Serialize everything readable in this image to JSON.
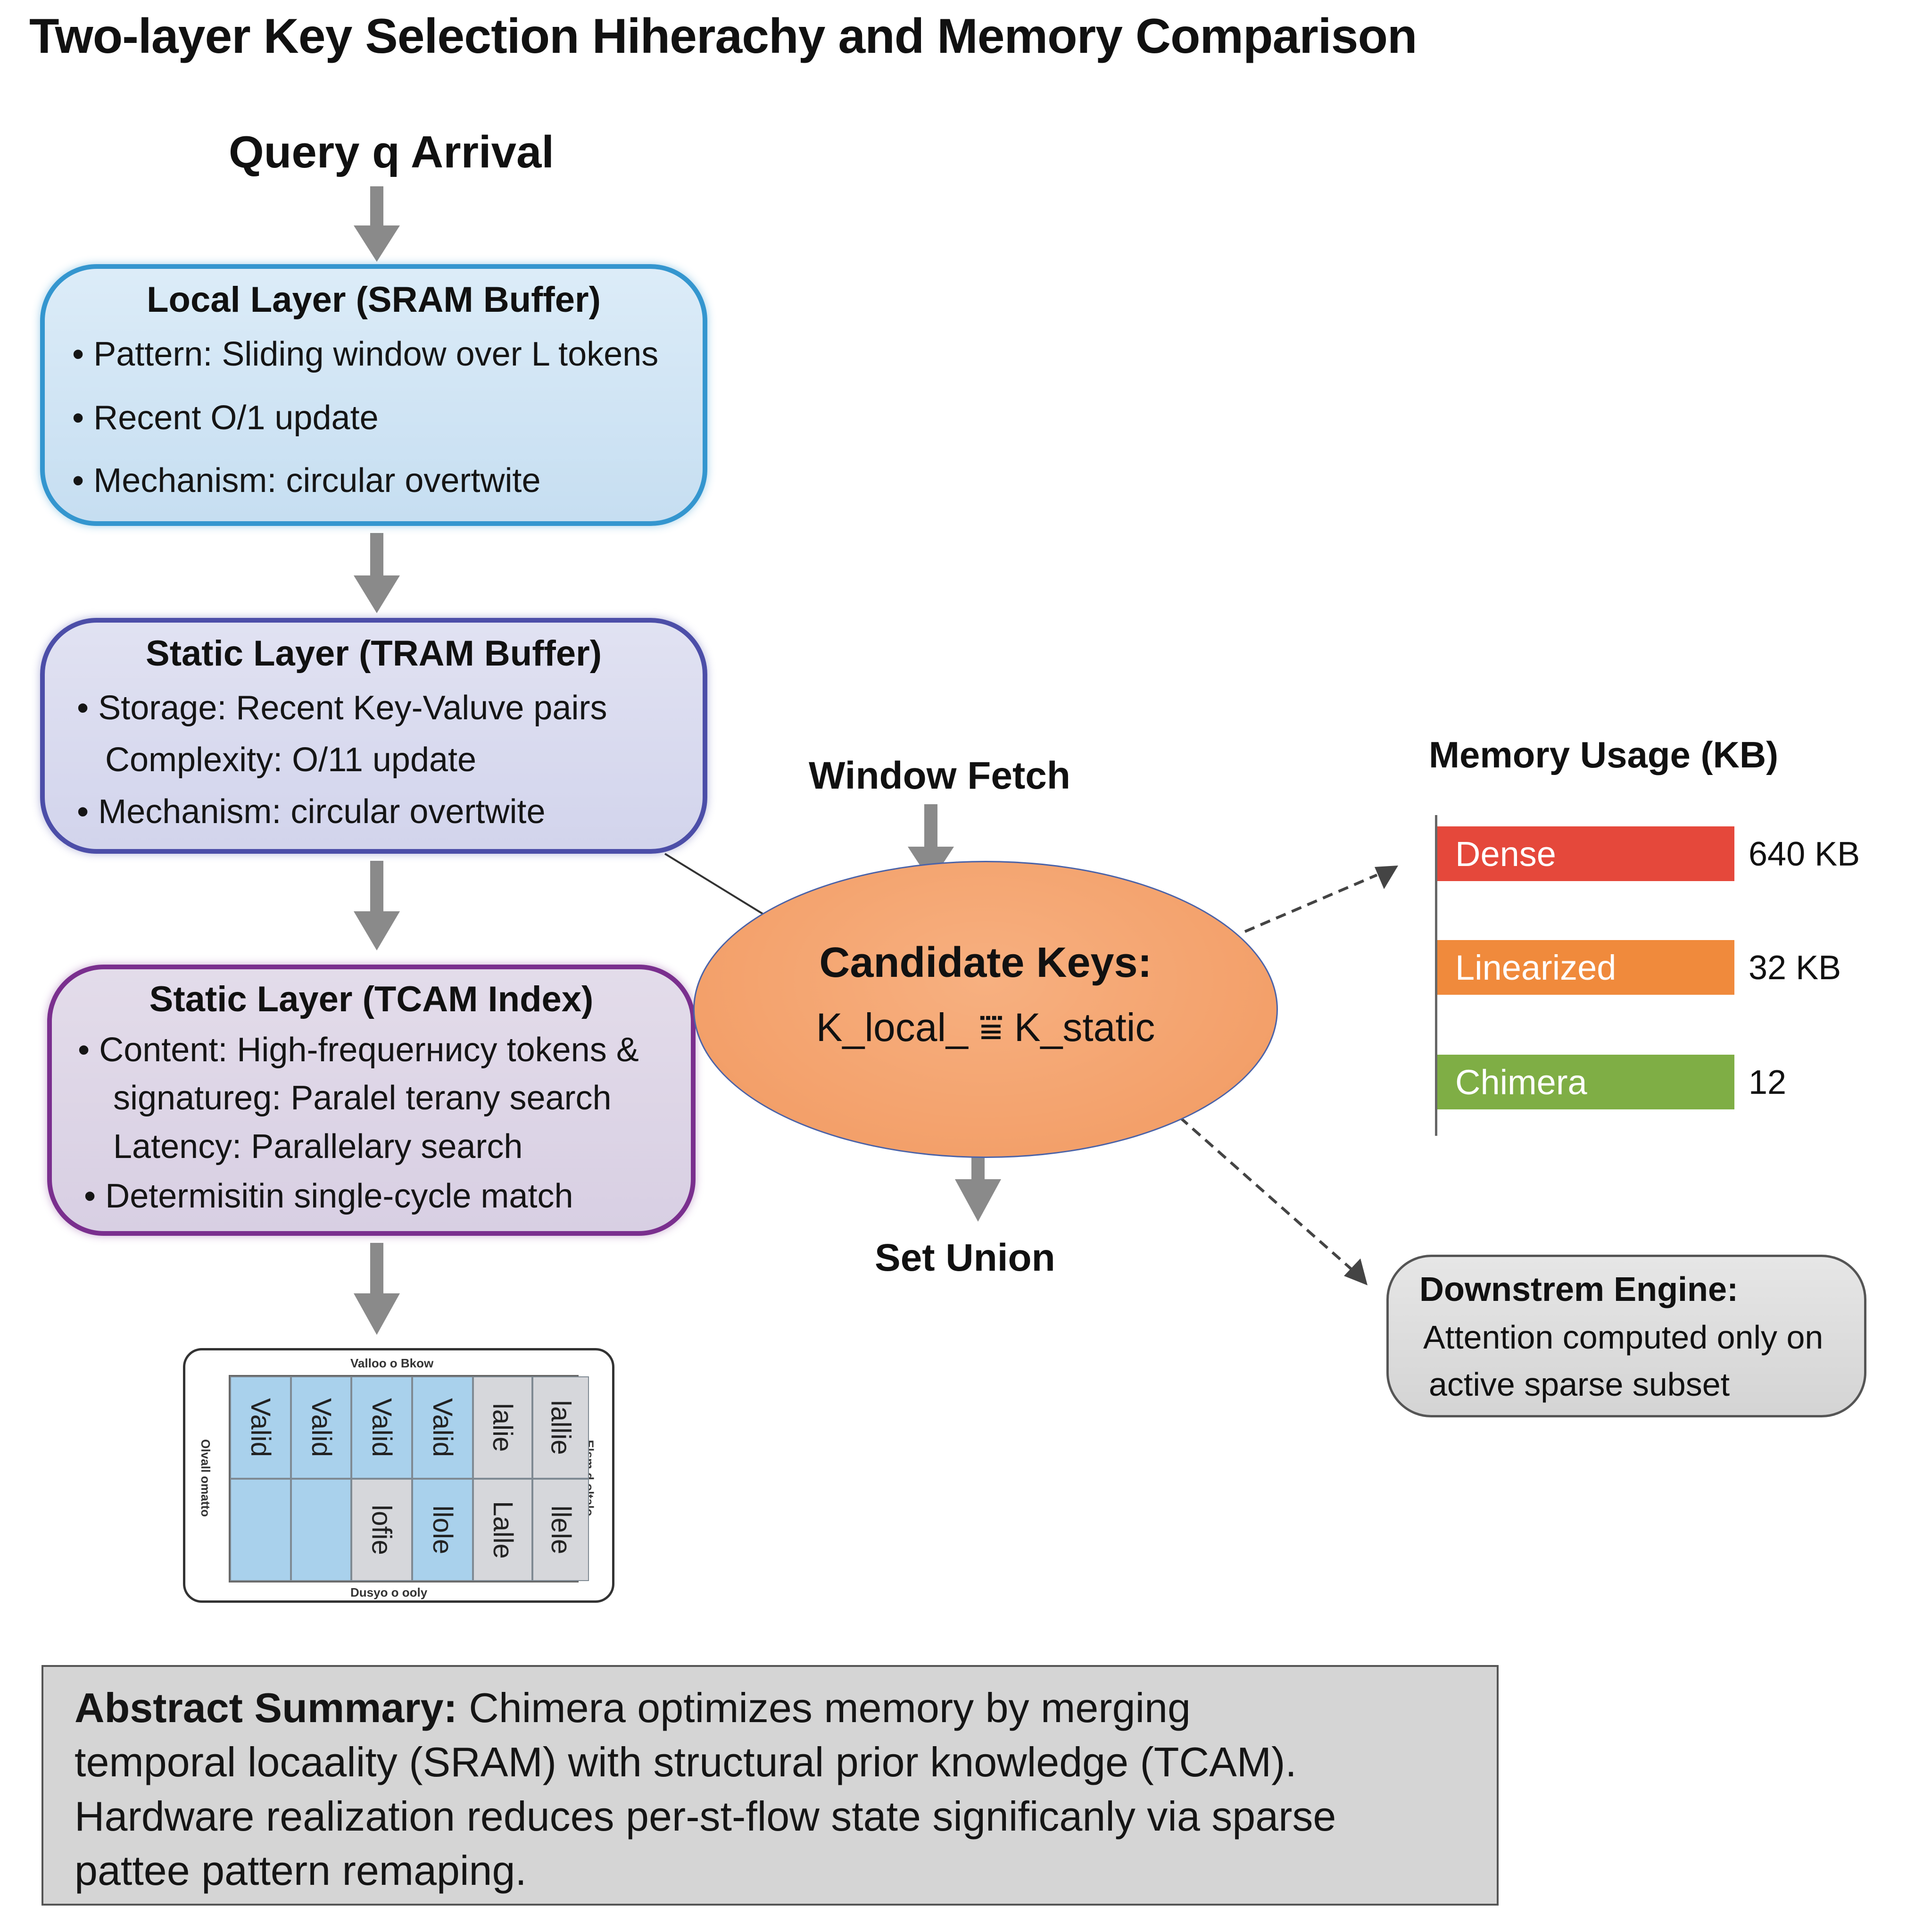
{
  "title": "Two-layer Key Selection Hiherachy and Memory Comparison",
  "flow": {
    "query_label": "Query q Arrival",
    "window_fetch_label": "Window Fetch",
    "set_union_label": "Set Union"
  },
  "local_layer": {
    "title": "Local Layer (SRAM Buffer)",
    "lines": [
      "• Pattern: Sliding window over L tokens",
      "• Recent O/1 update",
      "• Mechanism: circular overtwite"
    ]
  },
  "static_layer": {
    "title": "Static Layer (TRAM Buffer)",
    "lines": [
      "• Storage: Recent Key-Valuve pairs",
      "Complexity: O/11 update",
      "• Mechanism: circular overtwite"
    ]
  },
  "tcam_layer": {
    "title": "Static Layer (TCAM Index)",
    "lines": [
      "• Content: High-frequerниcy tokens   &",
      "signatureg: Paralel terany search",
      "Latency: Parallelary search",
      "• Determisitin single-cycle match"
    ]
  },
  "table": {
    "top_label": "Valloo o Bkow",
    "bottom_label": "Dusyo o ooly",
    "left_label": "Olvall omatto",
    "right_label": "Elsm d oltalo",
    "row1": [
      "Valid",
      "Valid",
      "Valid",
      "Valid",
      "lalie",
      "lallie"
    ],
    "row2": [
      "",
      "",
      "lofie",
      "llole",
      "Lalle",
      "llele"
    ]
  },
  "candidate": {
    "title": "Candidate Keys:",
    "formula": "K_local_ ⩸ K_static"
  },
  "memory": {
    "title": "Memory Usage (KB)",
    "bars": [
      {
        "name": "Dense",
        "value": 640,
        "value_label": "640 KB",
        "color": "#e5483b"
      },
      {
        "name": "Linearized",
        "value": 32,
        "value_label": "32 KB",
        "color": "#f08a3c"
      },
      {
        "name": "Chimera",
        "value": 12,
        "value_label": "12",
        "color": "#7fae45"
      }
    ]
  },
  "downstream": {
    "title": "Downstrem Engine:",
    "line1": "Attention computed only on",
    "line2": "active sparse subset"
  },
  "summary": {
    "bold": "Abstract Summary:",
    "line1_rest": " Chimera optimizes memory by merging",
    "line2": "temporal locaality (SRAM) with structural prior knowledge (TCAM).",
    "line3": "Hardware realization reduces per-st-flow state significanly via sparse",
    "line4": "pattee pattern remaping."
  },
  "colors": {
    "arrow_gray": "#8a8a8a",
    "local_border": "#3496cf",
    "static_border": "#4c4ea8",
    "tcam_border": "#7a2f8e",
    "ellipse_fill": "#f3a06a"
  }
}
